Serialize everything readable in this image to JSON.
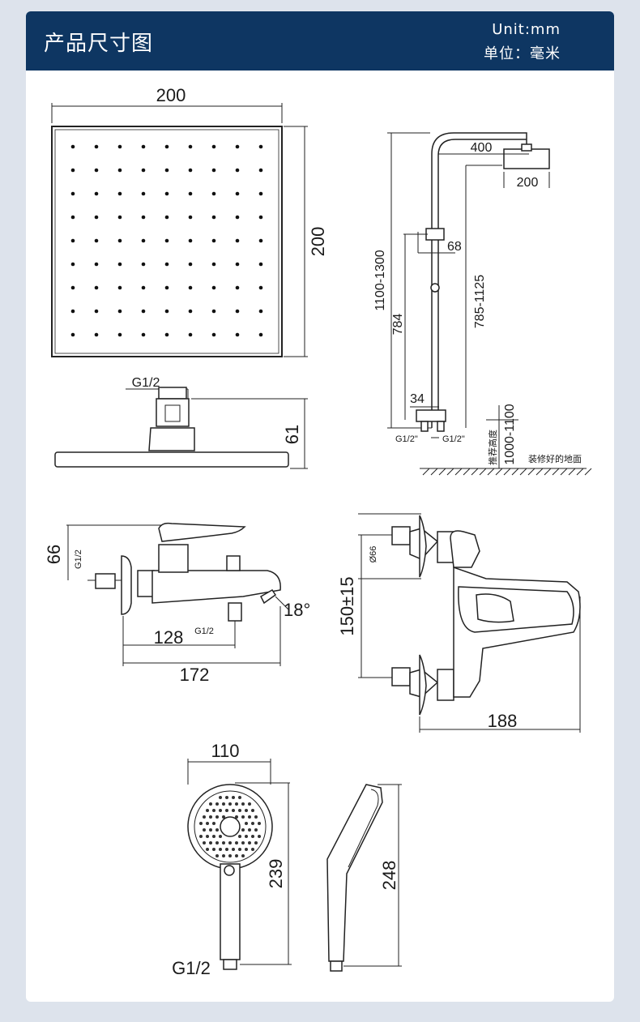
{
  "header": {
    "title": "产品尺寸图",
    "unit_en": "Unit:mm",
    "unit_cn": "单位：毫米"
  },
  "head_shower": {
    "width_label": "200",
    "height_label": "200",
    "profile_height_label": "61",
    "thread_label": "G1/2"
  },
  "riser": {
    "arm_length_label": "400",
    "head_size_label": "200",
    "overall_height_label": "1100-1300",
    "body_to_top_label": "785-1125",
    "bracket_label": "68",
    "inner_height_label": "784",
    "valve_label": "34",
    "left_thread_label": "G1/2\"",
    "right_thread_label": "G1/2\"",
    "recommended_height_label": "推荐高度",
    "recommended_range_label": "1000-1100",
    "floor_label": "装修好的地面"
  },
  "mixer_side": {
    "height_label": "66",
    "thread_label": "G1/2",
    "outlet_thread_label": "G1/2",
    "spout_label": "128",
    "total_label": "172",
    "angle_label": "18°"
  },
  "mixer_front": {
    "diameter_label": "Ø66",
    "centers_label": "150±15",
    "width_label": "188"
  },
  "hand_shower": {
    "head_width_label": "110",
    "length_label": "239",
    "side_length_label": "248",
    "thread_label": "G1/2"
  }
}
